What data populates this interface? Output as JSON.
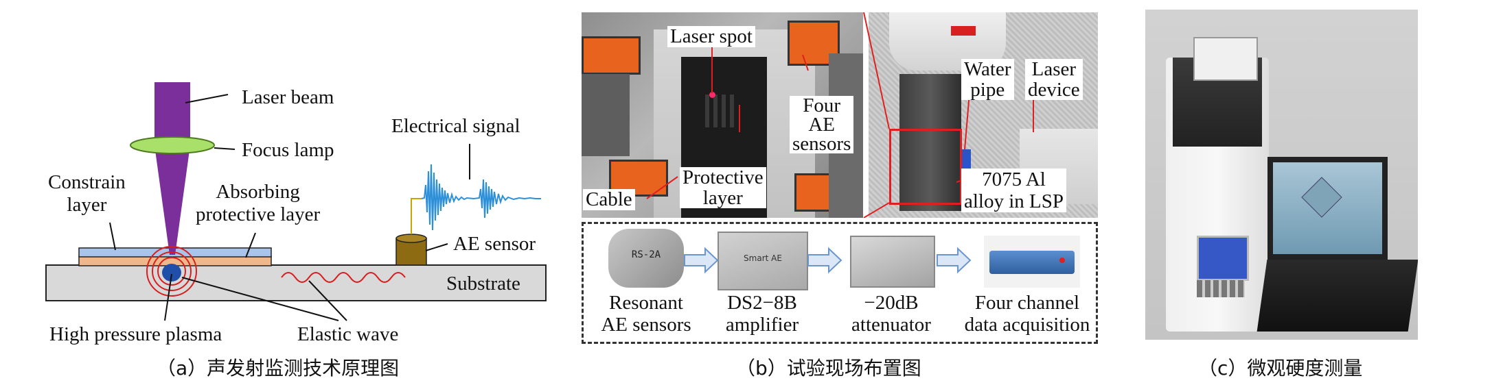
{
  "panel_a": {
    "labels": {
      "laser_beam": "Laser beam",
      "focus_lamp": "Focus lamp",
      "constrain_layer": "Constrain\nlayer",
      "absorbing_layer": "Absorbing\nprotective layer",
      "electrical_signal": "Electrical signal",
      "ae_sensor": "AE sensor",
      "substrate": "Substrate",
      "high_pressure_plasma": "High pressure plasma",
      "elastic_wave": "Elastic wave"
    },
    "caption": "（a）声发射监测技术原理图"
  },
  "panel_b": {
    "labels": {
      "laser_spot": "Laser spot",
      "four_ae_sensors": "Four\nAE\nsensors",
      "protective_layer": "Protective\nlayer",
      "cable": "Cable",
      "water_pipe": "Water\npipe",
      "laser_device": "Laser\ndevice",
      "alloy": "7075 Al\nalloy in LSP"
    },
    "chain": [
      {
        "label": "Resonant\nAE sensors",
        "device_text": "RS-2A"
      },
      {
        "label": "DS2−8B\namplifier",
        "device_text": "Smart AE"
      },
      {
        "label": "−20dB\nattenuator",
        "device_text": ""
      },
      {
        "label": "Four channel\ndata acquisition",
        "device_text": ""
      }
    ],
    "caption": "（b）试验现场布置图"
  },
  "panel_c": {
    "caption": "（c）微观硬度测量"
  },
  "colors": {
    "laser_purple": "#7a2f9a",
    "focus_green": "#a8e06a",
    "constrain_blue": "#a9c4ea",
    "absorb_orange": "#f0b88a",
    "substrate_gray": "#d9d9d9",
    "plasma_blue": "#1f4fa8",
    "wave_red": "#d81e1e",
    "signal_blue": "#2c8fd8",
    "sensor_olive": "#8c6b12",
    "highlight_red": "#e02020"
  }
}
